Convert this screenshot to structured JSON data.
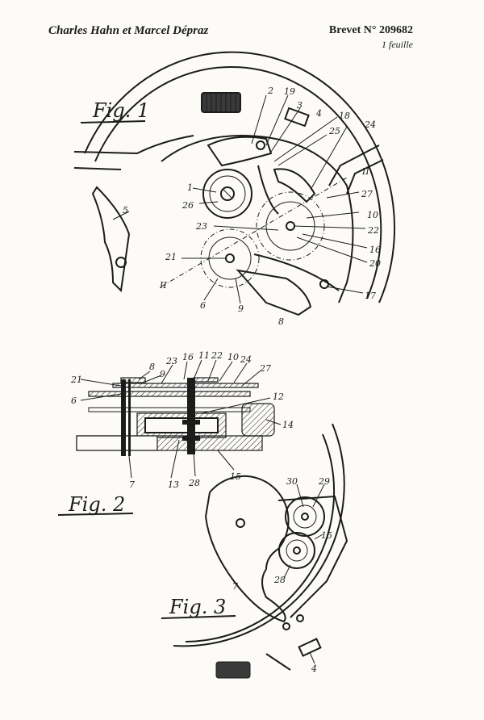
{
  "header": {
    "inventors": "Charles Hahn et Marcel Dépraz",
    "patent": "Brevet N° 209682",
    "sheet": "1 feuille"
  },
  "figures": {
    "fig1": "Fig. 1",
    "fig2": "Fig. 2",
    "fig3": "Fig. 3"
  },
  "fig1_labels": {
    "n1": "1",
    "n2": "2",
    "n3": "3",
    "n4": "4",
    "n5": "5",
    "n6": "6",
    "n8": "8",
    "n9": "9",
    "n10": "10",
    "n16": "16",
    "n17": "17",
    "n18": "18",
    "n19": "19",
    "n20": "20",
    "n21": "21",
    "n22": "22",
    "n23": "23",
    "n24": "24",
    "n25": "25",
    "n26": "26",
    "n27": "27",
    "sec1": "II",
    "sec2": "II"
  },
  "fig2_labels": {
    "n6": "6",
    "n7": "7",
    "n8": "8",
    "n9": "9",
    "n10": "10",
    "n11": "11",
    "n12": "12",
    "n13": "13",
    "n14": "14",
    "n15": "15",
    "n16": "16",
    "n21": "21",
    "n22": "22",
    "n23": "23",
    "n24": "24",
    "n27": "27",
    "n28": "28"
  },
  "fig3_labels": {
    "n4": "4",
    "n7": "7",
    "n15": "15",
    "n28": "28",
    "n29": "29",
    "n30": "30"
  }
}
